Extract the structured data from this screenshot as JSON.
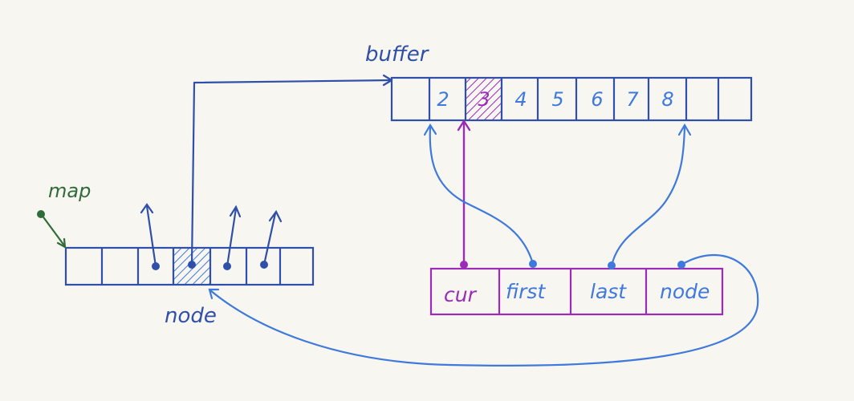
{
  "labels": {
    "buffer": "buffer",
    "map": "map",
    "node_under_map": "node"
  },
  "buffer_cells": [
    "",
    "2",
    "3",
    "4",
    "5",
    "6",
    "7",
    "8",
    "",
    ""
  ],
  "iterator_fields": [
    "cur",
    "first",
    "last",
    "node"
  ],
  "colors": {
    "background": "#f7f6f0",
    "blue_dark": "#2f4fa8",
    "blue_light": "#3f79dd",
    "purple": "#9a2cb7",
    "green": "#2f6c3a"
  }
}
